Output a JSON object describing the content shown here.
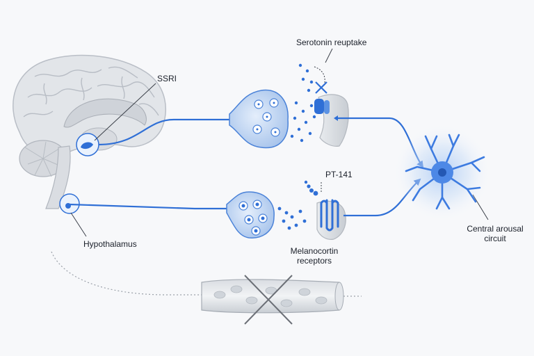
{
  "labels": {
    "ssri": "SSRI",
    "serotonin_reuptake": "Serotonin reuptake",
    "pt141": "PT-141",
    "hypothalamus": "Hypothalamus",
    "melanocortin_line1": "Melanocortin",
    "melanocortin_line2": "receptors",
    "central_line1": "Central arousal",
    "central_line2": "circuit"
  },
  "colors": {
    "pathway_blue": "#2f6fd6",
    "neuron_glow": "#7fb0ee",
    "brain_gray": "#d3d7dd",
    "block_x": "#6b6f76",
    "label_text": "#1a1f29"
  },
  "icons": {
    "reuptake_block": "x-mark-icon",
    "vessel_block": "cross-out-icon"
  }
}
